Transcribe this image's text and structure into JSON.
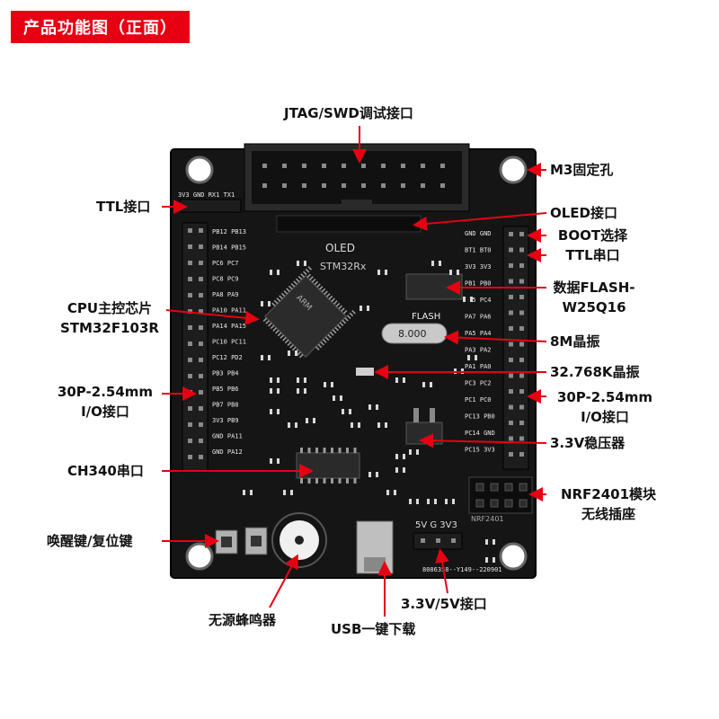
{
  "title": "产品功能图（正面）",
  "labels": {
    "jtag": "JTAG/SWD调试接口",
    "m3_hole": "M3固定孔",
    "ttl": "TTL接口",
    "oled": "OLED接口",
    "boot": "BOOT选择",
    "ttl_serial": "TTL串口",
    "cpu_line1": "CPU主控芯片",
    "cpu_line2": "STM32F103R",
    "flash_line1": "数据FLASH-",
    "flash_line2": "W25Q16",
    "crystal_8m": "8M晶振",
    "crystal_32k": "32.768K晶振",
    "io_left_line1": "30P-2.54mm",
    "io_left_line2": "I/O接口",
    "io_right_line1": "30P-2.54mm",
    "io_right_line2": "I/O接口",
    "regulator": "3.3V稳压器",
    "ch340": "CH340串口",
    "nrf_line1": "NRF2401模块",
    "nrf_line2": "无线插座",
    "wake_reset": "唤醒键/复位键",
    "buzzer": "无源蜂鸣器",
    "usb": "USB一键下载",
    "power_header": "3.3V/5V接口"
  },
  "board_silk": {
    "oled": "OLED",
    "model": "STM32Rx",
    "flash": "FLASH",
    "crystal": "8.000",
    "ttl_pins": "3V3 GND RX1 TX1",
    "power_pins": "5V  G  3V3",
    "boot_b1": "BT1",
    "boot_b0": "BT0",
    "date_code": "8086358--Y149--220901",
    "nrf": "NRF2401",
    "chip": "ARM",
    "left_pins": [
      "PB12 PB13",
      "PB14 PB15",
      "PC6 PC7",
      "PC8 PC9",
      "PA8 PA9",
      "PA10 PA11",
      "PA14 PA15",
      "PC10 PC11",
      "PC12 PD2",
      "PB3 PB4",
      "PB5 PB6",
      "PB7 PB8",
      "3V3 PB9",
      "GND PA11",
      "GND PA12"
    ],
    "right_pins": [
      "GND GND",
      "BT1 BT0",
      "3V3 3V3",
      "PB1 PB0",
      "PC5 PC4",
      "PA7 PA6",
      "PA5 PA4",
      "PA3 PA2",
      "PA1 PA0",
      "PC3 PC2",
      "PC1 PC0",
      "PC13 PB0",
      "PC14 GND",
      "PC15 3V3"
    ]
  },
  "colors": {
    "accent": "#e60012",
    "board": "#151515",
    "pin": "#222222",
    "header_pin": "#8a8a8a"
  }
}
